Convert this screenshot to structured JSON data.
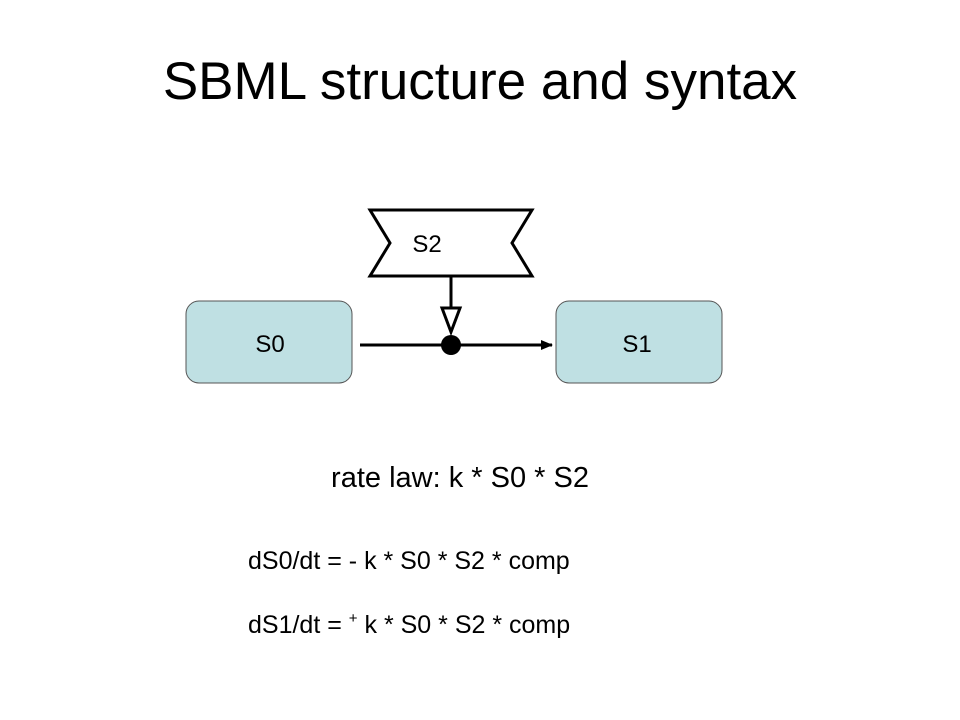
{
  "title": "SBML structure and syntax",
  "diagram": {
    "species": {
      "s0": "S0",
      "s1": "S1",
      "s2": "S2"
    },
    "colors": {
      "species_fill": "#bfe0e3",
      "stroke": "#000000"
    }
  },
  "rate_law": "rate law: k * S0 * S2",
  "equations": [
    {
      "lhs": "dS0/dt = ",
      "sign": "- ",
      "rhs": "k * S0 * S2 * comp"
    },
    {
      "lhs": "dS1/dt = ",
      "sign": "+",
      "rhs": " k * S0 * S2 * comp"
    }
  ]
}
